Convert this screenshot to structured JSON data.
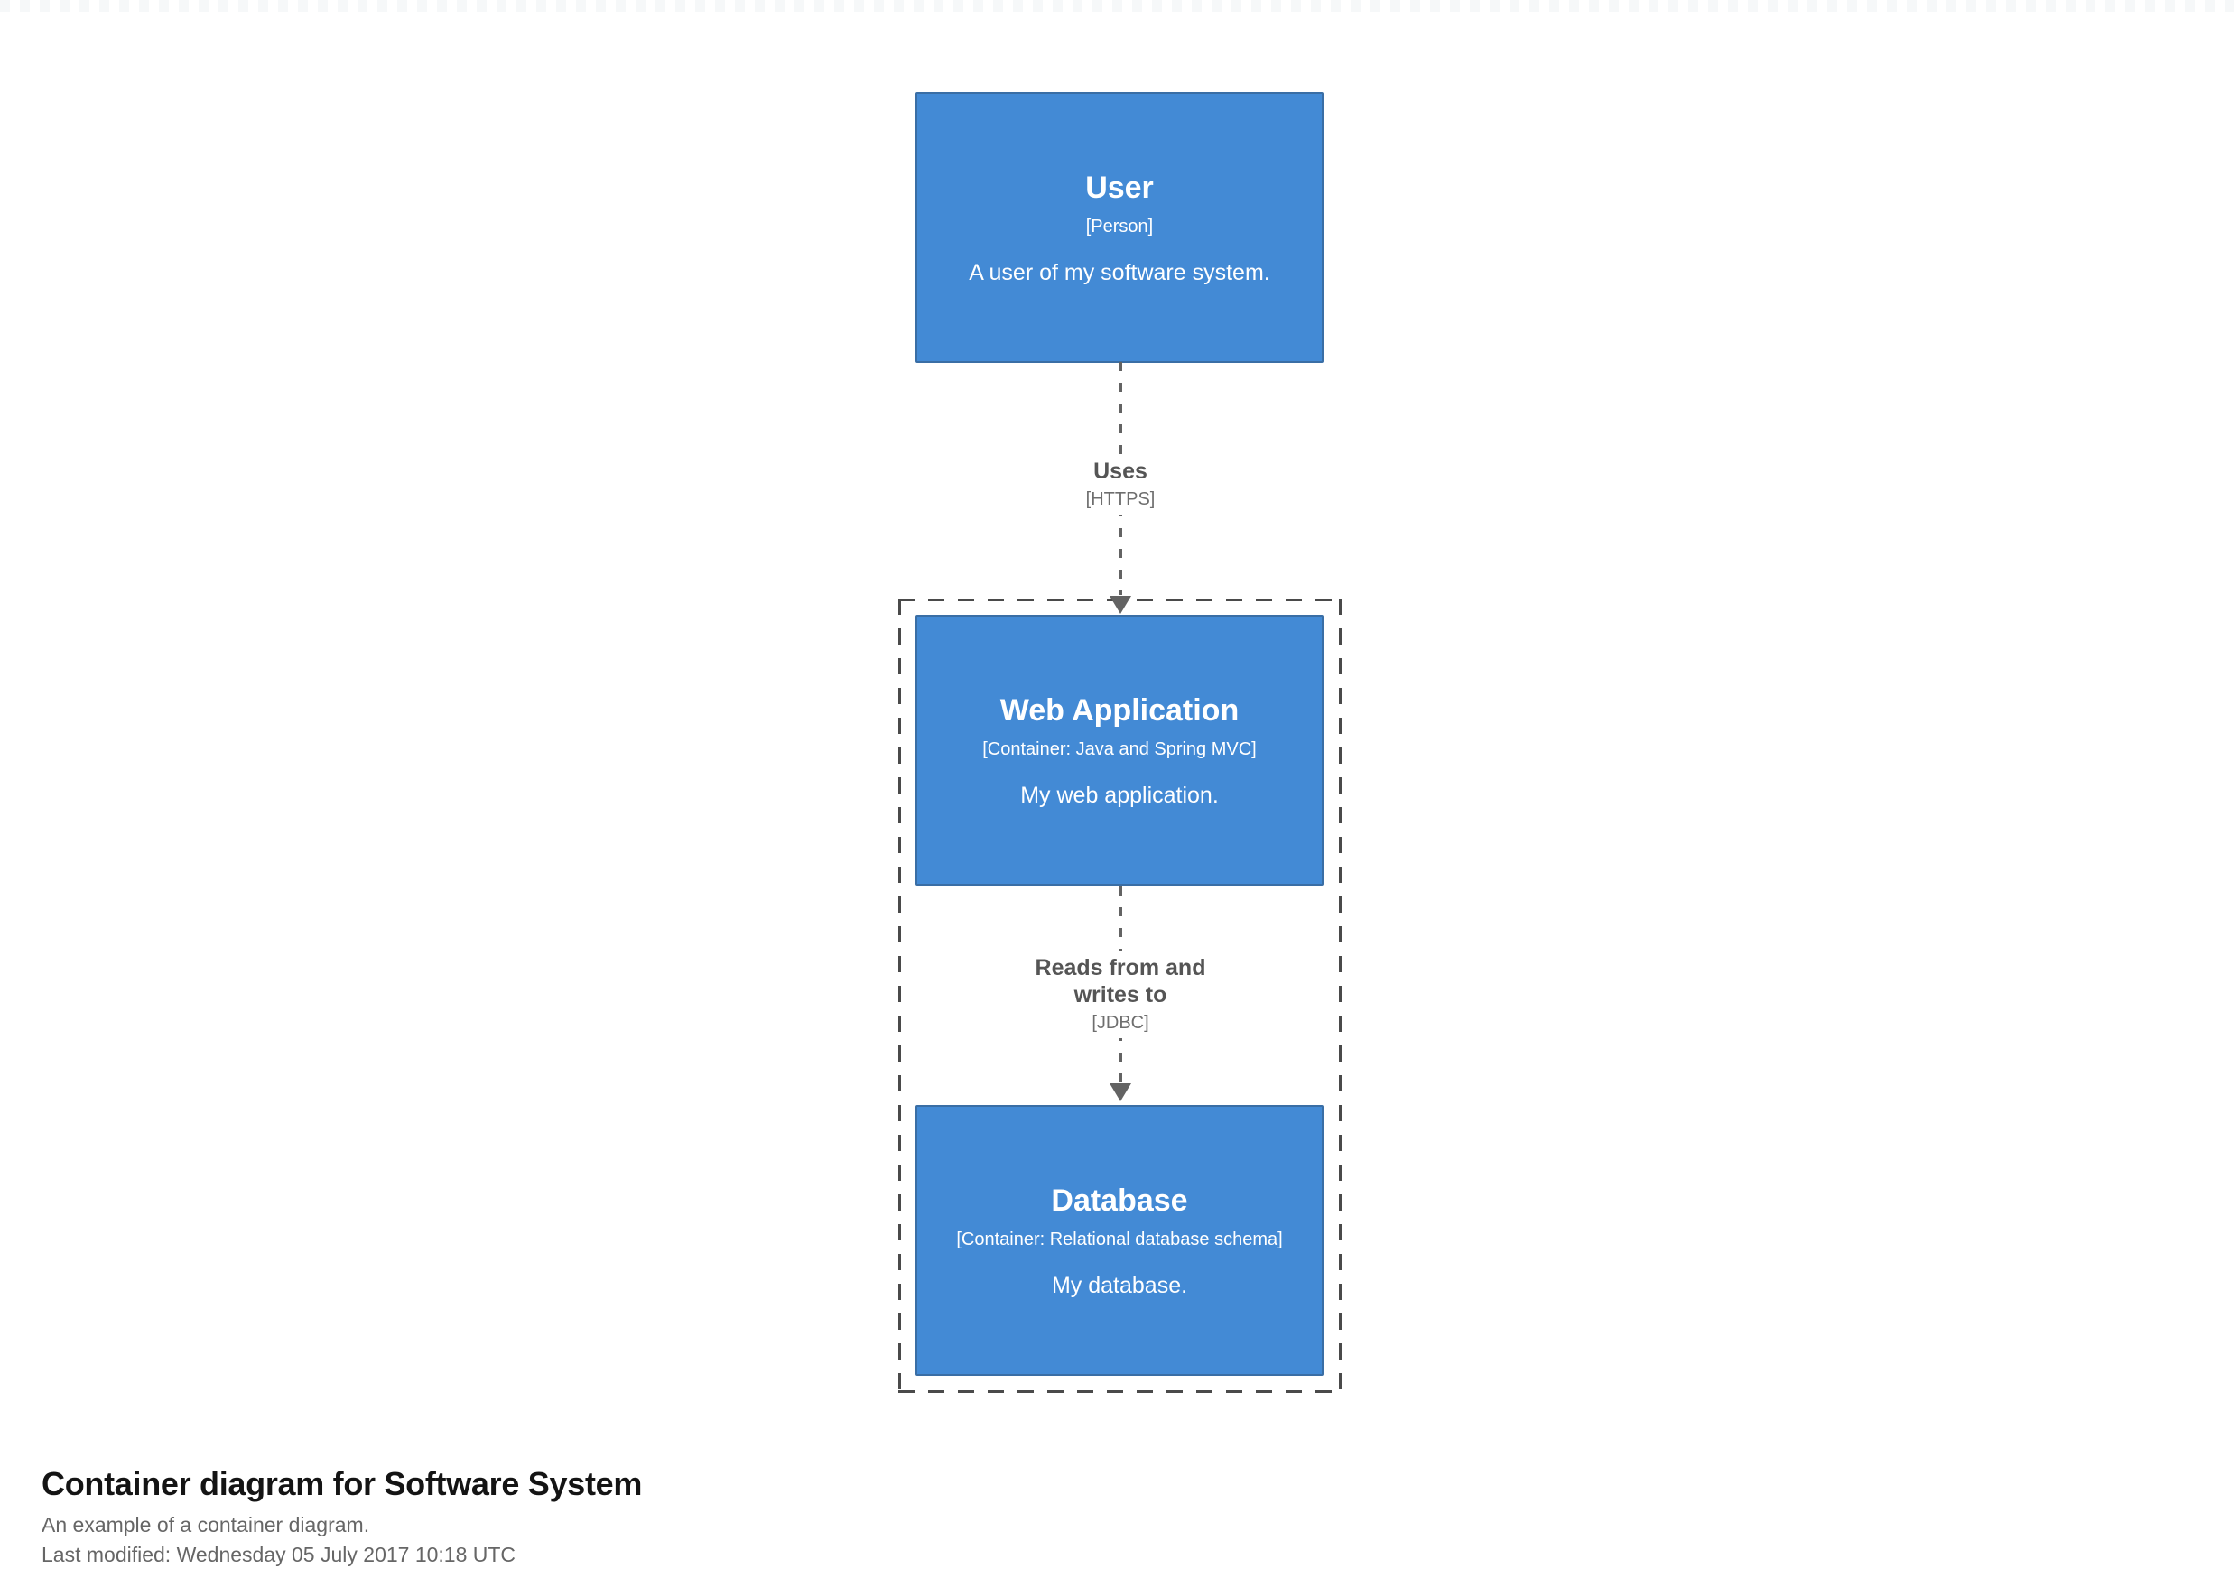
{
  "theme": {
    "element_fill": "#438ad5",
    "element_border": "#3a6ea5",
    "element_text": "#ffffff",
    "relationship_color": "#636363",
    "relationship_text": "#555555",
    "relationship_tech": "#6e6e6e",
    "boundary_color": "#4a4a4a",
    "footer_title_color": "#141414",
    "footer_text_color": "#666666",
    "page_background": "#ffffff"
  },
  "nodes": {
    "user": {
      "title": "User",
      "meta": "[Person]",
      "description": "A user of my software system."
    },
    "webapp": {
      "title": "Web Application",
      "meta": "[Container: Java and Spring MVC]",
      "description": "My web application."
    },
    "database": {
      "title": "Database",
      "meta": "[Container: Relational database schema]",
      "description": "My database."
    }
  },
  "relationships": {
    "user_webapp": {
      "lines": [
        "Uses"
      ],
      "technology": "[HTTPS]"
    },
    "webapp_database": {
      "lines": [
        "Reads from and",
        "writes to"
      ],
      "technology": "[JDBC]"
    }
  },
  "footer": {
    "title": "Container diagram for Software System",
    "description": "An example of a container diagram.",
    "last_modified": "Last modified: Wednesday 05 July 2017 10:18 UTC"
  }
}
